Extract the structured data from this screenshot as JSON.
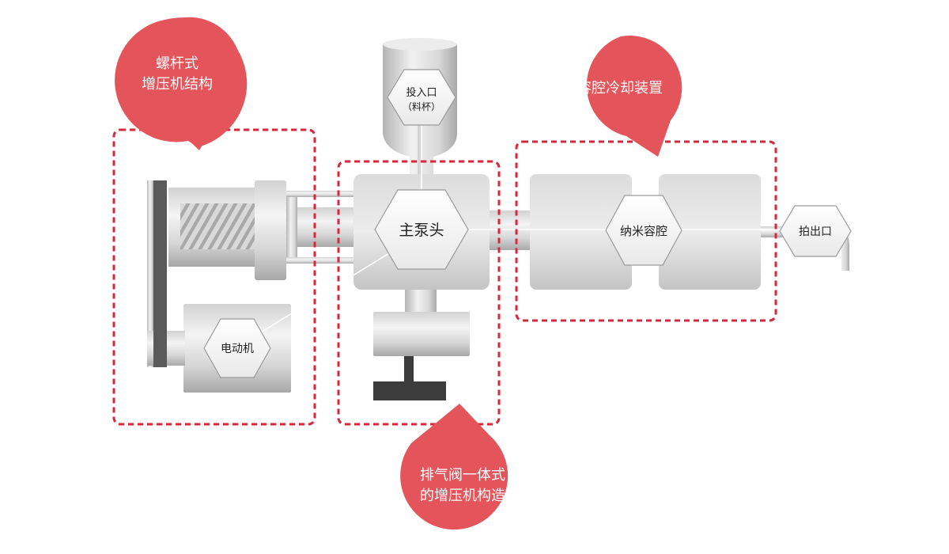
{
  "callouts": {
    "screw_booster": [
      "螺杆式",
      "增压机结构"
    ],
    "cavity_cooling": [
      "容腔冷却装置"
    ],
    "exhaust_valve": [
      "排气阀一体式",
      "的增压机构造"
    ]
  },
  "components": {
    "inlet": [
      "投入口",
      "（料杯）"
    ],
    "main_pump_head": "主泵头",
    "motor": "电动机",
    "nano_cavity": "纳米容腔",
    "outlet": "拍出口"
  },
  "colors": {
    "callout": "#E3555A",
    "dashed_border": "#D9263A",
    "metal_light": "#F2F2F2",
    "metal_mid": "#CFCFCF",
    "metal_dark": "#9C9C9C",
    "base_dark": "#3C3C3C"
  }
}
